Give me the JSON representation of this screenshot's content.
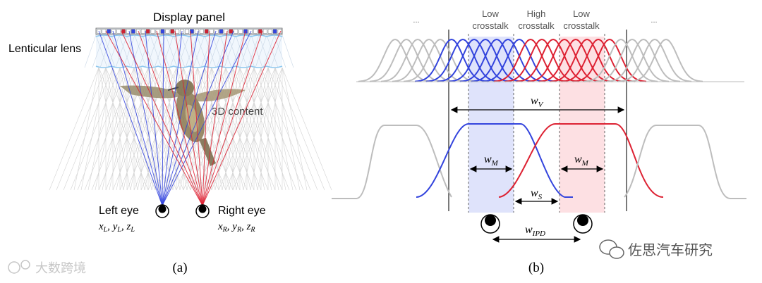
{
  "panel_a": {
    "display_panel": "Display panel",
    "lenticular_lens": "Lenticular lens",
    "content": "3D content",
    "left_eye": "Left eye",
    "right_eye": "Right eye",
    "left_coords": "x_L, y_L, z_L",
    "right_coords": "x_R, y_R, z_R",
    "caption": "(a)",
    "pixel_colors": [
      "white",
      "white",
      "blue",
      "white",
      "white",
      "red",
      "white",
      "blue",
      "white",
      "white",
      "red",
      "white",
      "white",
      "blue",
      "white",
      "red",
      "white",
      "white",
      "white",
      "blue",
      "white",
      "white",
      "red",
      "white",
      "white",
      "blue",
      "white",
      "red",
      "white",
      "white",
      "blue",
      "white",
      "white",
      "red",
      "white",
      "white",
      "blue",
      "white"
    ]
  },
  "panel_b": {
    "ellipsis_left": "...",
    "ellipsis_right": "...",
    "label_low_left": [
      "Low",
      "crosstalk"
    ],
    "label_high": [
      "High",
      "crosstalk"
    ],
    "label_low_right": [
      "Low",
      "crosstalk"
    ],
    "w_v": {
      "main": "w",
      "sub": "V"
    },
    "w_m_left": {
      "main": "w",
      "sub": "M"
    },
    "w_m_right": {
      "main": "w",
      "sub": "M"
    },
    "w_s": {
      "main": "w",
      "sub": "S"
    },
    "w_ipd": {
      "main": "w",
      "sub": "IPD"
    },
    "caption": "(b)"
  },
  "watermarks": {
    "left": "大数跨境",
    "right": "佐思汽车研究"
  },
  "colors": {
    "blue": "#3344dd",
    "red": "#dd2233",
    "gray": "#bdbdbd",
    "blue_band": "#dfe3fb",
    "red_band": "#fde0e3",
    "lens": "#8ec8ef"
  }
}
